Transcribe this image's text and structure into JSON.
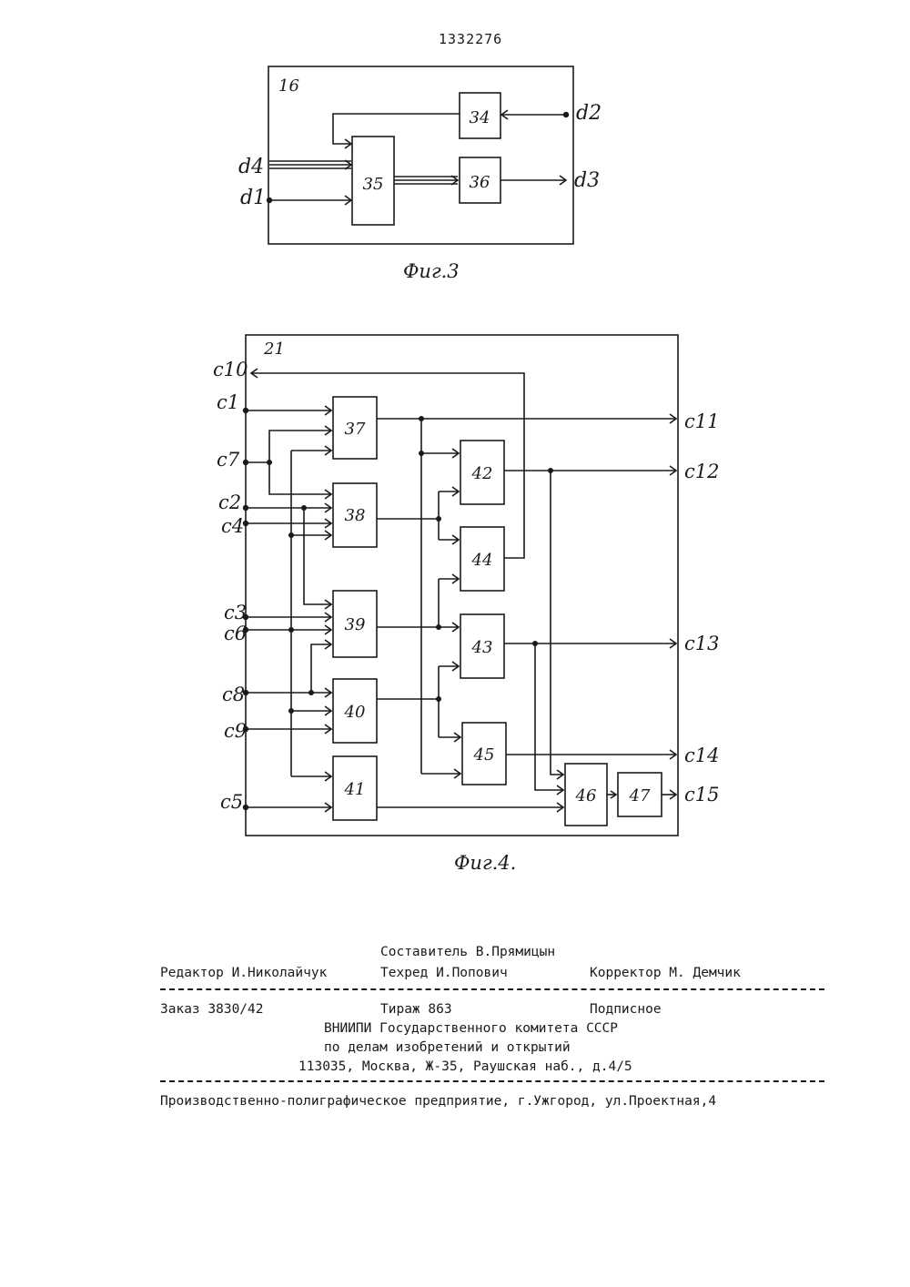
{
  "header": {
    "patent_number": "1332276"
  },
  "fig3": {
    "caption": "Фиг.3",
    "frame_label": "16",
    "blocks": [
      "34",
      "35",
      "36"
    ],
    "signals": {
      "d1": "d1",
      "d2": "d2",
      "d3": "d3",
      "d4": "d4"
    }
  },
  "fig4": {
    "caption": "Фиг.4.",
    "frame_label": "21",
    "blocks": [
      "37",
      "38",
      "39",
      "40",
      "41",
      "42",
      "43",
      "44",
      "45",
      "46",
      "47"
    ],
    "inputs": [
      "c1",
      "c7",
      "c2",
      "c4",
      "c3",
      "c6",
      "c8",
      "c9",
      "c5"
    ],
    "outputs": [
      "c10",
      "c11",
      "c12",
      "c13",
      "c14",
      "c15"
    ]
  },
  "colophon": {
    "compiler": "Составитель В.Прямицын",
    "editor": "Редактор И.Николайчук",
    "techred": "Техред И.Попович",
    "corrector": "Корректор М. Демчик",
    "order": "Заказ 3830/42",
    "circulation": "Тираж 863",
    "subscription": "Подписное",
    "org_line1": "ВНИИПИ Государственного комитета СССР",
    "org_line2": "по делам изобретений и открытий",
    "address": "113035, Москва, Ж-35, Раушская наб., д.4/5",
    "printer": "Производственно-полиграфическое предприятие, г.Ужгород, ул.Проектная,4"
  }
}
